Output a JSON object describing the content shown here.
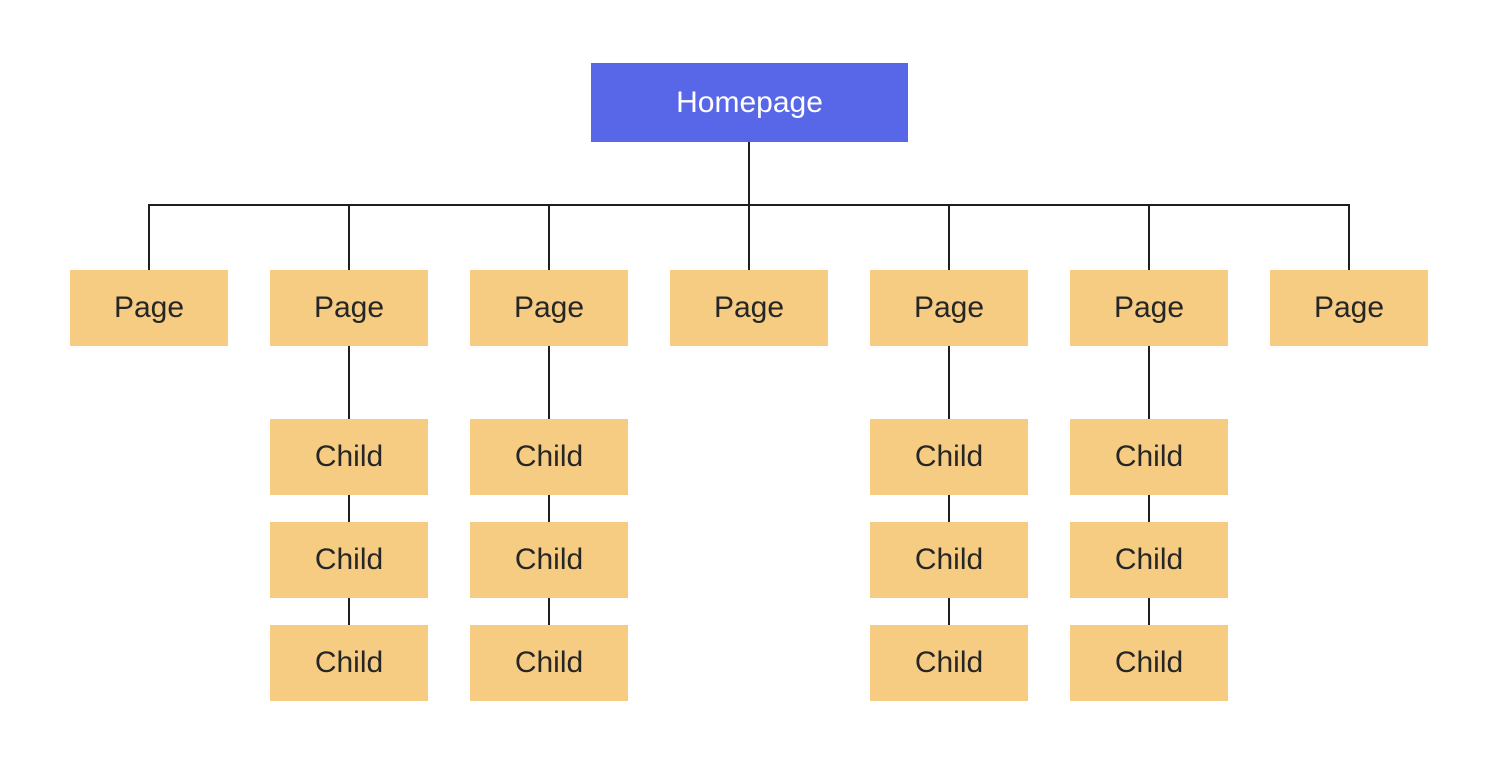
{
  "diagram": {
    "type": "sitemap-tree",
    "root": {
      "label": "Homepage"
    },
    "pages": [
      {
        "label": "Page",
        "children": []
      },
      {
        "label": "Page",
        "children": [
          "Child",
          "Child",
          "Child"
        ]
      },
      {
        "label": "Page",
        "children": [
          "Child",
          "Child",
          "Child"
        ]
      },
      {
        "label": "Page",
        "children": []
      },
      {
        "label": "Page",
        "children": [
          "Child",
          "Child",
          "Child"
        ]
      },
      {
        "label": "Page",
        "children": [
          "Child",
          "Child",
          "Child"
        ]
      },
      {
        "label": "Page",
        "children": []
      }
    ],
    "colors": {
      "root_bg": "#5867e8",
      "root_text": "#ffffff",
      "node_bg": "#f6cc82",
      "node_text": "#262626",
      "connector": "#1e1e1e",
      "background": "#ffffff"
    }
  }
}
